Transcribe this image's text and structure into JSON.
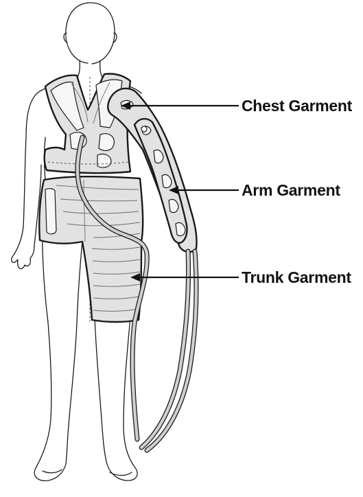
{
  "labels": {
    "chest": "Chest Garment",
    "arm": "Arm Garment",
    "trunk": "Trunk Garment"
  },
  "colors": {
    "garment_fill": "#e2e2e2",
    "outline": "#1a1a1a",
    "label_text": "#111111"
  }
}
